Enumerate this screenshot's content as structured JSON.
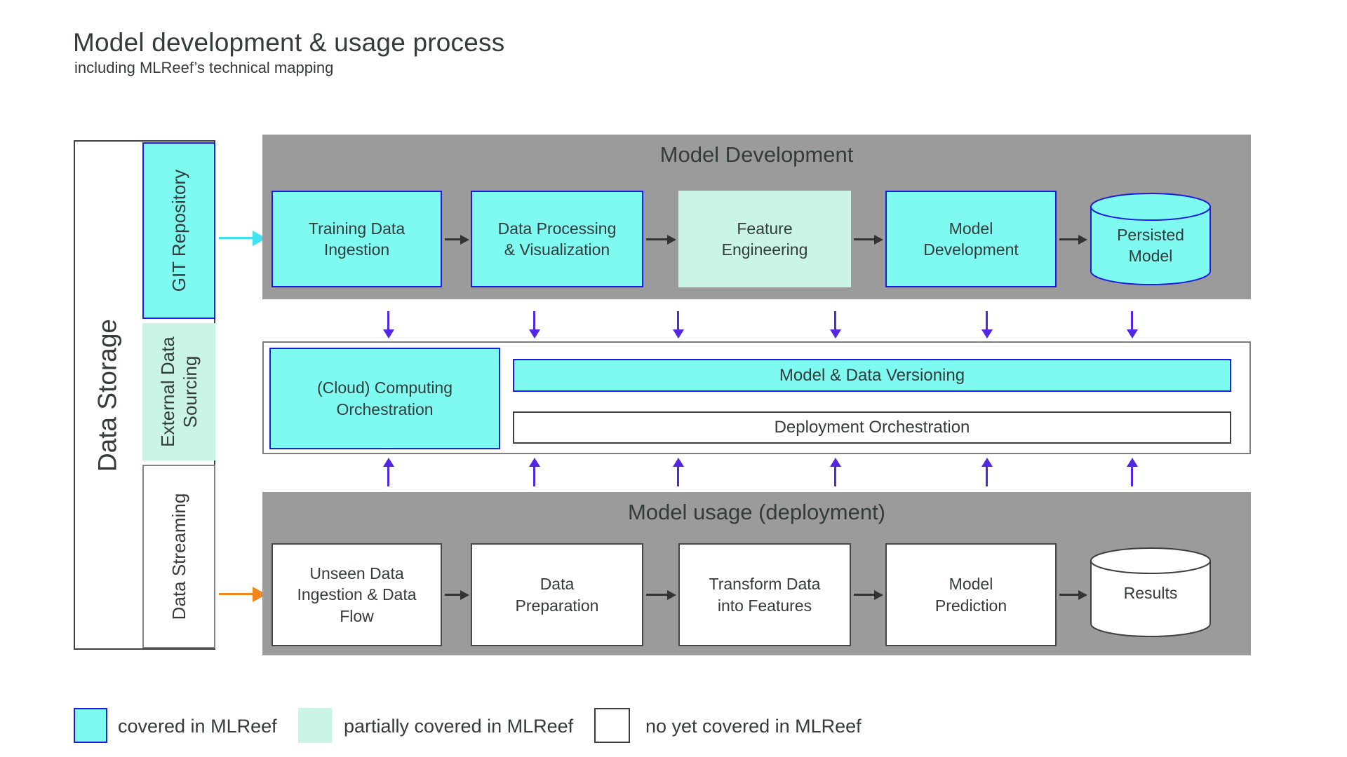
{
  "header": {
    "title": "Model development & usage process",
    "subtitle": "including MLReef’s technical mapping"
  },
  "colors": {
    "covered": "#7efaf1",
    "partially_covered": "#c9f4e6",
    "not_covered": "#ffffff",
    "band_gray": "#9b9b9b",
    "border_blue": "#1b1be4",
    "arrow_purple": "#5226e2",
    "arrow_cyan": "#3fe3f2",
    "arrow_orange": "#f2861d"
  },
  "data_storage": {
    "label": "Data Storage",
    "sections": [
      {
        "label": "GIT Repository",
        "coverage": "covered"
      },
      {
        "label": "External Data\nSourcing",
        "coverage": "partially covered"
      },
      {
        "label": "Data Streaming",
        "coverage": "not covered"
      }
    ]
  },
  "model_development": {
    "title": "Model Development",
    "steps": [
      {
        "label": "Training Data\nIngestion",
        "coverage": "covered",
        "shape": "rect"
      },
      {
        "label": "Data Processing\n& Visualization",
        "coverage": "covered",
        "shape": "rect"
      },
      {
        "label": "Feature\nEngineering",
        "coverage": "partially covered",
        "shape": "rect"
      },
      {
        "label": "Model\nDevelopment",
        "coverage": "covered",
        "shape": "rect"
      },
      {
        "label": "Persisted\nModel",
        "coverage": "covered",
        "shape": "cylinder"
      }
    ]
  },
  "middle": {
    "cloud_label": "(Cloud) Computing\nOrchestration",
    "versioning_label": "Model & Data Versioning",
    "deployment_label": "Deployment Orchestration"
  },
  "model_usage": {
    "title": "Model usage (deployment)",
    "steps": [
      {
        "label": "Unseen Data\nIngestion & Data\nFlow",
        "coverage": "not covered",
        "shape": "rect"
      },
      {
        "label": "Data\nPreparation",
        "coverage": "not covered",
        "shape": "rect"
      },
      {
        "label": "Transform Data\ninto Features",
        "coverage": "not covered",
        "shape": "rect"
      },
      {
        "label": "Model\nPrediction",
        "coverage": "not covered",
        "shape": "rect"
      },
      {
        "label": "Results",
        "coverage": "not covered",
        "shape": "cylinder"
      }
    ]
  },
  "legend": {
    "items": [
      {
        "label": "covered in MLReef",
        "coverage": "covered"
      },
      {
        "label": "partially covered in MLReef",
        "coverage": "partially covered"
      },
      {
        "label": "no yet covered in MLReef",
        "coverage": "not covered"
      }
    ]
  }
}
